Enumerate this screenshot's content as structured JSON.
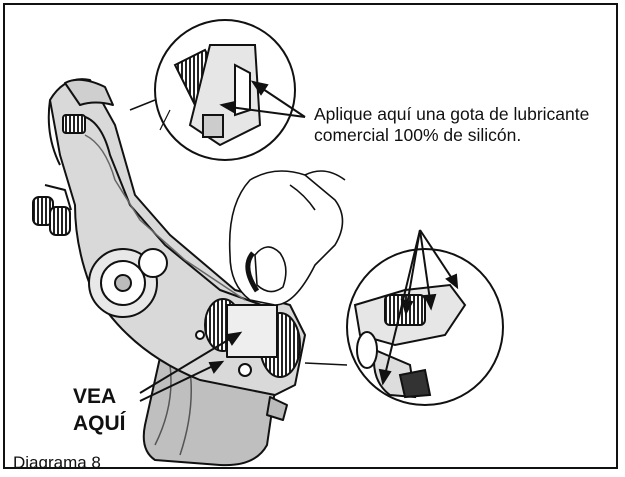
{
  "callouts": {
    "lubricant_line1": "Aplique aquí una gota de lubricante",
    "lubricant_line2": "comercial 100% de silicón.",
    "see_line1": "VEA",
    "see_line2": "AQUÍ"
  },
  "caption": "Diagrama 8",
  "colors": {
    "ink": "#111111",
    "paper": "#ffffff",
    "shade": "#c8c8c8",
    "dark": "#333333"
  }
}
